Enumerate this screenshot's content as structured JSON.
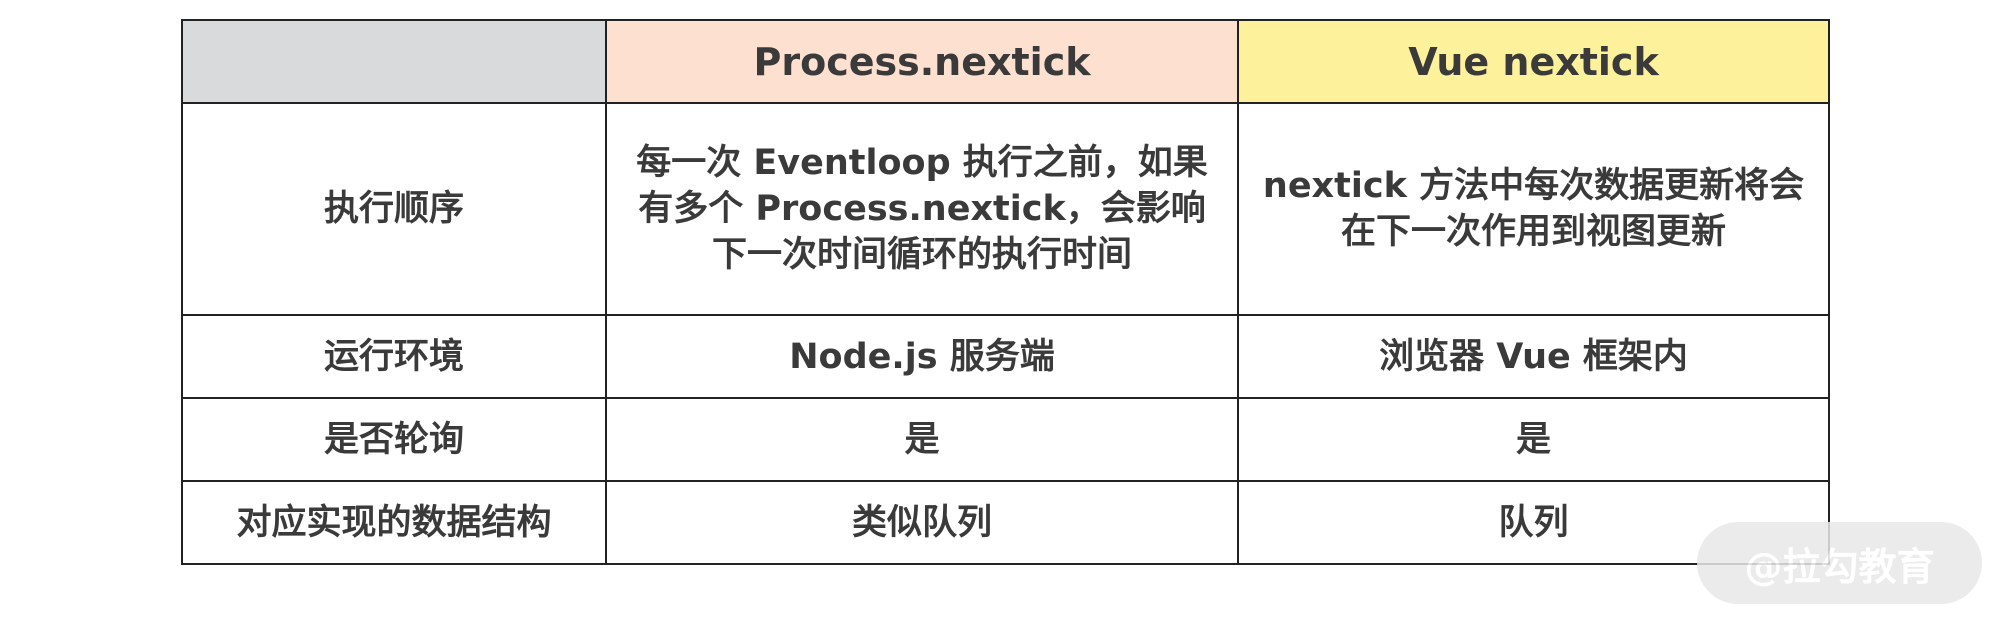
{
  "table": {
    "header": {
      "corner": "",
      "col1": "Process.nextick",
      "col2": "Vue nextick"
    },
    "rows": [
      {
        "label": "执行顺序",
        "process": "每一次 Eventloop 执行之前，如果有多个 Process.nextick，会影响下一次时间循环的执行时间",
        "vue": "nextick 方法中每次数据更新将会在下一次作用到视图更新"
      },
      {
        "label": "运行环境",
        "process": "Node.js 服务端",
        "vue": "浏览器 Vue 框架内"
      },
      {
        "label": "是否轮询",
        "process": "是",
        "vue": "是"
      },
      {
        "label": "对应实现的数据结构",
        "process": "类似队列",
        "vue": "队列"
      }
    ]
  },
  "watermark": {
    "text": "@拉勾教育"
  },
  "colors": {
    "corner_bg": "#d9dadc",
    "process_header_bg": "#fde0cf",
    "vue_header_bg": "#fef19b",
    "border": "#222222",
    "text": "#3a3a3a"
  }
}
